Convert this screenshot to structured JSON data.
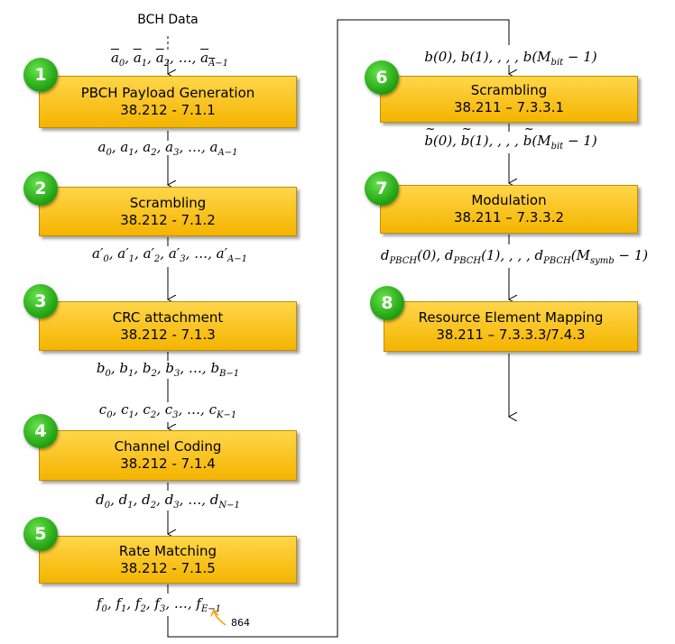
{
  "input_label": "BCH Data",
  "stages": [
    {
      "num": "1",
      "title": "PBCH Payload Generation",
      "ref": "38.212 - 7.1.1"
    },
    {
      "num": "2",
      "title": "Scrambling",
      "ref": "38.212 - 7.1.2"
    },
    {
      "num": "3",
      "title": "CRC attachment",
      "ref": "38.212 - 7.1.3"
    },
    {
      "num": "4",
      "title": "Channel Coding",
      "ref": "38.212 - 7.1.4"
    },
    {
      "num": "5",
      "title": "Rate Matching",
      "ref": "38.212 - 7.1.5"
    },
    {
      "num": "6",
      "title": "Scrambling",
      "ref": "38.211 – 7.3.3.1"
    },
    {
      "num": "7",
      "title": "Modulation",
      "ref": "38.211 – 7.3.3.2"
    },
    {
      "num": "8",
      "title": "Resource Element Mapping",
      "ref": "38.211 – 7.3.3.3/7.4.3"
    }
  ],
  "signals": {
    "s_abar_0": "ā0, ā1, ā2, …, āĀ−1",
    "s_a": "a0, a1, a2, a3, …, aA−1",
    "s_aprime": "a'0, a'1, a'2, a'3, …, a'A−1",
    "s_b": "b0, b1, b2, b3, …, bB−1",
    "s_c": "c0, c1, c2, c3, …, cK−1",
    "s_d": "d0, d1, d2, d3, …, dN−1",
    "s_f": "f0, f1, f2, f3, …, fE−1",
    "s_bbit": "b(0), b(1), , , , b(Mbit − 1)",
    "s_btilde": "b̃(0), b̃(1), , , , b̃(Mbit − 1)",
    "s_dpbch": "dPBCH(0), dPBCH(1), , , , dPBCH(Msymb − 1)"
  },
  "e_note": "864"
}
